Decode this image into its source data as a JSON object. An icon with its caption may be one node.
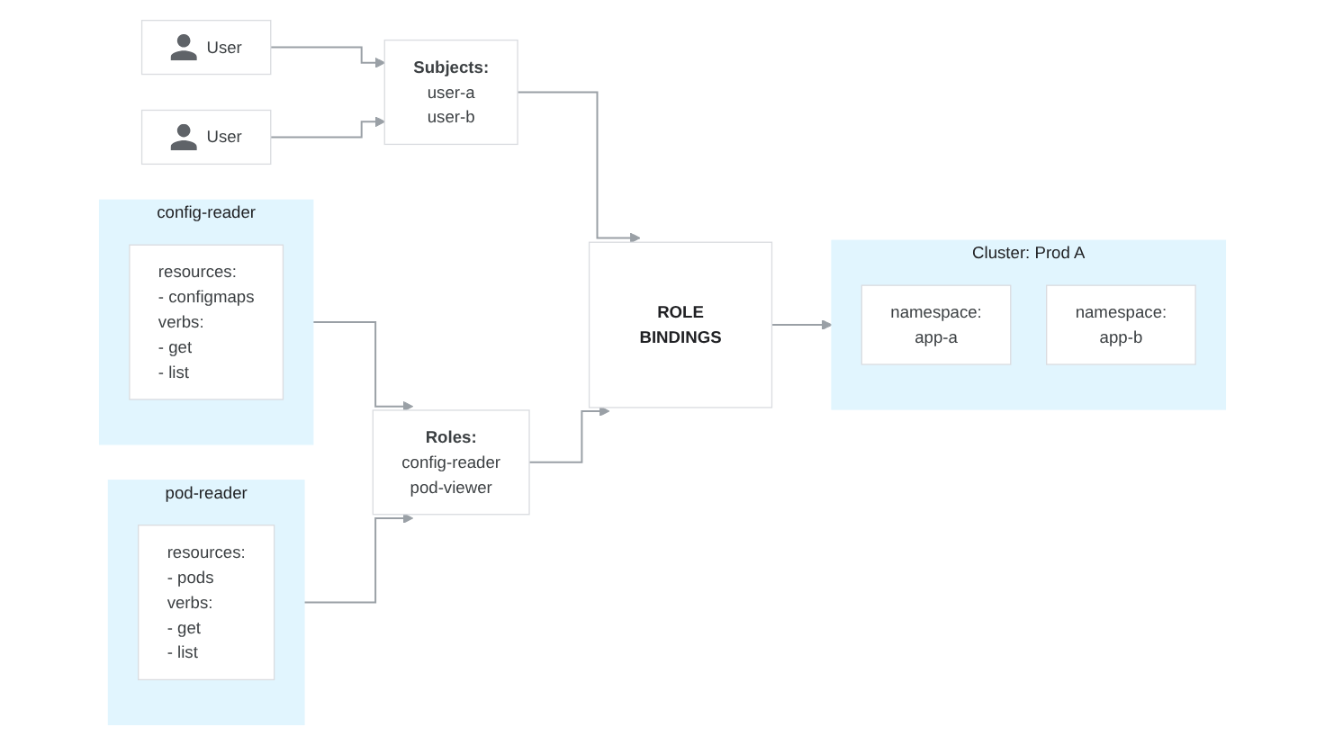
{
  "diagram": {
    "nodes": [
      {
        "text": [
          "User"
        ]
      },
      {
        "text": [
          "User"
        ]
      },
      {
        "text": [
          "Subjects:",
          "user-a",
          "user-b"
        ]
      },
      {
        "text": [
          "ROLE BINDINGS"
        ]
      },
      {
        "text": [
          "Cluster: Prod A"
        ]
      },
      {
        "text": [
          "namespace:",
          "app-a"
        ],
        "in": 4
      },
      {
        "text": [
          "namespace:",
          "app-b"
        ],
        "in": 4
      },
      {
        "text": [
          "Roles:",
          "config-reader",
          "pod-viewer"
        ]
      },
      {
        "text": [
          "config-reader"
        ]
      },
      {
        "text": [
          "resources:",
          "- configmaps",
          "verbs:",
          "- get",
          "- list"
        ],
        "in": 8
      },
      {
        "text": [
          "pod-reader"
        ]
      },
      {
        "text": [
          "resources:",
          "- pods",
          "verbs:",
          "- get",
          "- list"
        ],
        "in": 10
      }
    ],
    "edges": [
      {
        "from": 0,
        "to": 2,
        "arrow": "to"
      },
      {
        "from": 1,
        "to": 2,
        "arrow": "to"
      },
      {
        "from": 2,
        "to": 3,
        "arrow": "to"
      },
      {
        "from": 7,
        "to": 3,
        "arrow": "to"
      },
      {
        "from": 3,
        "to": 4,
        "arrow": "to"
      },
      {
        "from": 8,
        "to": 7,
        "arrow": "to"
      },
      {
        "from": 10,
        "to": 7,
        "arrow": "to"
      }
    ]
  }
}
